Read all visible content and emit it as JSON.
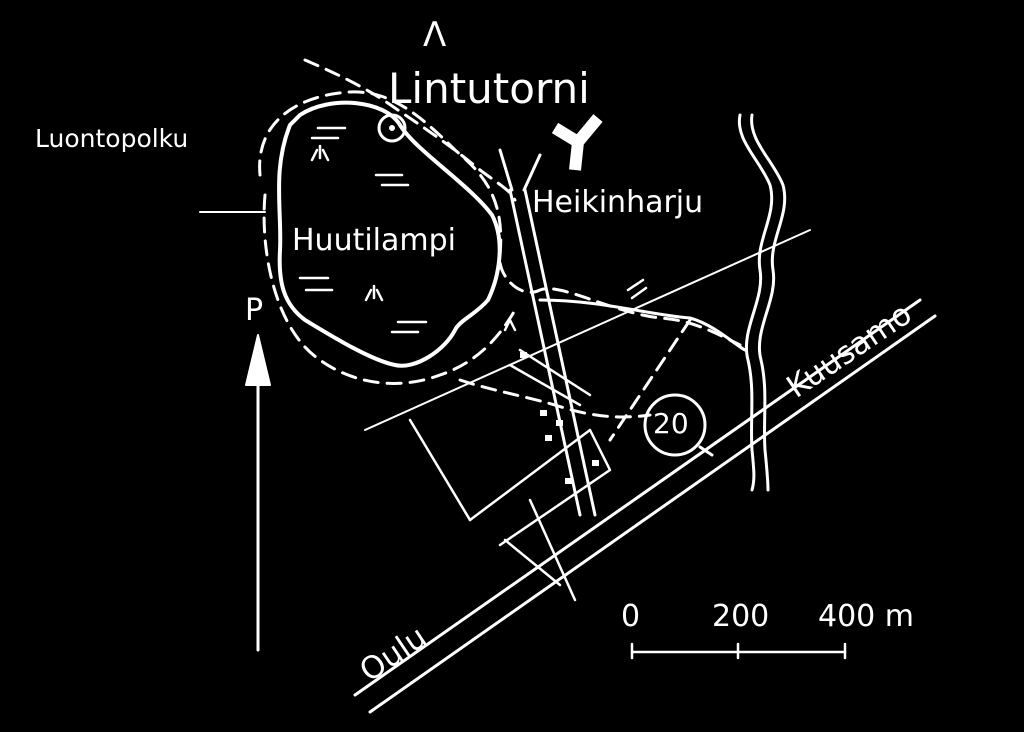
{
  "colors": {
    "background": "#000000",
    "ink": "#ffffff"
  },
  "labels": {
    "bird_tower": "Lintutorni",
    "nature_trail": "Luontopolku",
    "lake": "Huutilampi",
    "ridge": "Heikinharju",
    "parking": "P",
    "north_marker": "Λ",
    "to_kuusamo": "Kuusamo",
    "to_oulu": "Oulu",
    "road_number": "20"
  },
  "scale_bar": {
    "ticks": [
      "0",
      "200",
      "400 m"
    ]
  },
  "icons": [
    "bird-tower-icon",
    "viewpoint-icon",
    "parking-arrow-icon",
    "road-number-sign"
  ]
}
